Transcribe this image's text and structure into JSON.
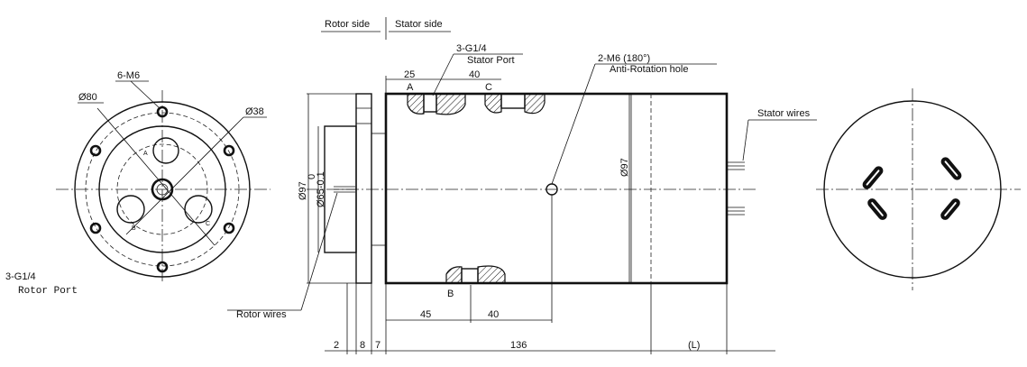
{
  "labels": {
    "rotor_side": "Rotor side",
    "stator_side": "Stator side",
    "stator_port_size": "3-G1/4",
    "stator_port": "Stator Port",
    "anti_rotation_size": "2-M6 (180°)",
    "anti_rotation": "Anti-Rotation hole",
    "stator_wires": "Stator wires",
    "rotor_wires": "Rotor wires",
    "rotor_port_size": "3-G1/4",
    "rotor_port": "Rotor Port",
    "holes_6m6": "6-M6",
    "dia_80": "Ø80",
    "dia_38": "Ø38",
    "dia_97_left": "Ø97",
    "zero": "0",
    "dia_65": "Ø65-0.1",
    "dia_97_body": "Ø97",
    "port_a": "A",
    "port_b": "B",
    "port_c": "C",
    "small_a": "A",
    "small_b": "B",
    "small_c": "C"
  },
  "dimensions": {
    "d25": "25",
    "d40_top": "40",
    "d45": "45",
    "d40_bottom": "40",
    "d2": "2",
    "d8": "8",
    "d7": "7",
    "d136": "136",
    "dL": "(L)"
  }
}
